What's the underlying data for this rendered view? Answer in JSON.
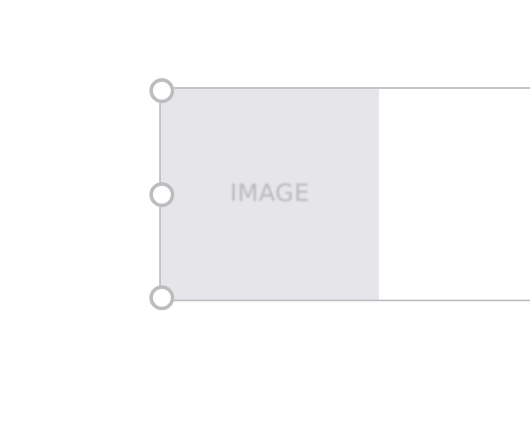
{
  "image_block": {
    "placeholder_label": "IMAGE",
    "placeholder_bg": "#e6e6ea",
    "border_color": "#c3c3c6",
    "handle_color": "#bdbdc0"
  },
  "handles": {
    "top_left": "resize-handle",
    "middle_left": "resize-handle",
    "bottom_left": "resize-handle"
  }
}
